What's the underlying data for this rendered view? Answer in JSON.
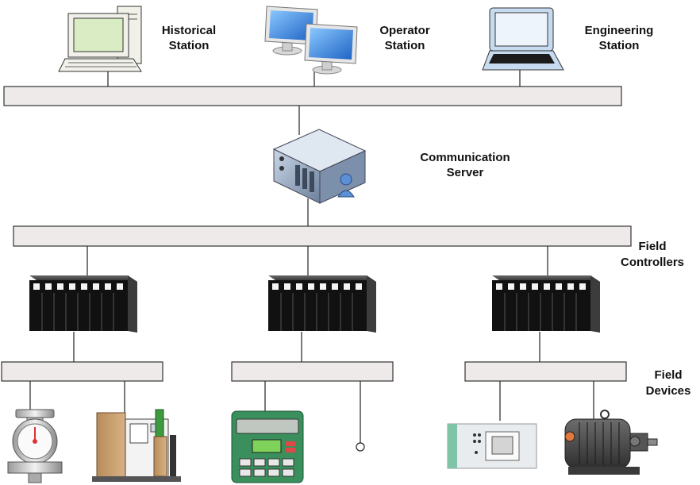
{
  "labels": {
    "historical": [
      "Historical",
      "Station"
    ],
    "operator": [
      "Operator",
      "Station"
    ],
    "engineering": [
      "Engineering",
      "Station"
    ],
    "server": [
      "Communication",
      "Server"
    ],
    "controllers": [
      "Field",
      "Controllers"
    ],
    "devices": [
      "Field",
      "Devices"
    ]
  },
  "colors": {
    "bus_fill": "#eeeaea",
    "monitor_blue": "#2f7fd6",
    "rack_dark": "#1a1a1a",
    "server_steel": "#8fa3bd",
    "controller_green": "#3b8f5a"
  },
  "icons": {
    "historical": "desktop-computer-icon",
    "operator": "dual-monitor-icon",
    "engineering": "laptop-icon",
    "server": "server-icon",
    "controller": "plc-rack-icon",
    "devices": [
      "pressure-gauge-icon",
      "analyzer-cabinet-icon",
      "keypad-controller-icon",
      "sensor-probe-icon",
      "io-module-icon",
      "electric-motor-icon"
    ]
  }
}
